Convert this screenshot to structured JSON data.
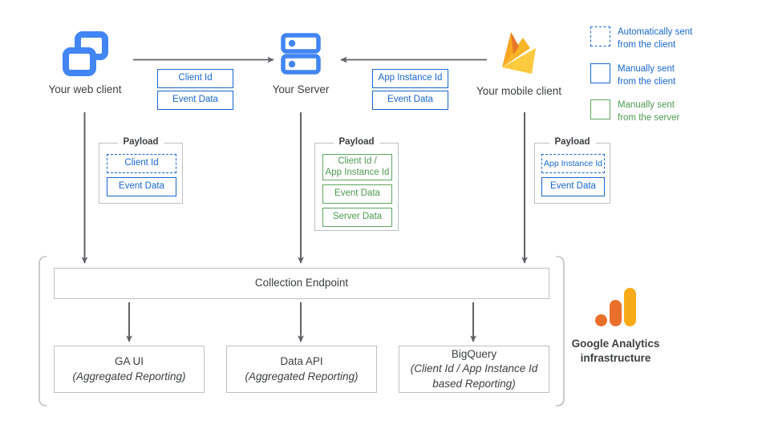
{
  "nodes": {
    "web_client": {
      "label": "Your web client",
      "icon": "web-client-icon"
    },
    "server": {
      "label": "Your Server",
      "icon": "server-icon"
    },
    "mobile_client": {
      "label": "Your mobile client",
      "icon": "firebase-icon"
    }
  },
  "transport_tags": {
    "web_to_server": [
      {
        "text": "Client Id",
        "style": "blue"
      },
      {
        "text": "Event Data",
        "style": "blue"
      }
    ],
    "mobile_to_server": [
      {
        "text": "App Instance Id",
        "style": "blue"
      },
      {
        "text": "Event Data",
        "style": "blue"
      }
    ]
  },
  "payloads": {
    "title": "Payload",
    "web": [
      {
        "text": "Client Id",
        "style": "blue-dash"
      },
      {
        "text": "Event Data",
        "style": "blue"
      }
    ],
    "server": [
      {
        "text": "Client Id /\nApp Instance Id",
        "style": "green"
      },
      {
        "text": "Event Data",
        "style": "green"
      },
      {
        "text": "Server Data",
        "style": "green"
      }
    ],
    "mobile": [
      {
        "text": "App Instance Id",
        "style": "blue-dash"
      },
      {
        "text": "Event Data",
        "style": "blue"
      }
    ]
  },
  "infrastructure": {
    "collection_endpoint": "Collection Endpoint",
    "caption_line1": "Google Analytics",
    "caption_line2": "infrastructure",
    "outputs": [
      {
        "title": "GA UI",
        "subtitle": "(Aggregated Reporting)"
      },
      {
        "title": "Data API",
        "subtitle": "(Aggregated Reporting)"
      },
      {
        "title": "BigQuery",
        "subtitle": "(Client Id / App Instance Id\nbased Reporting)"
      }
    ]
  },
  "legend": {
    "items": [
      {
        "swatch": "blue-dash",
        "text": "Automatically sent\nfrom the client",
        "color": "blue"
      },
      {
        "swatch": "blue",
        "text": "Manually sent\nfrom the client",
        "color": "blue"
      },
      {
        "swatch": "green",
        "text": "Manually sent\nfrom the server",
        "color": "green"
      }
    ]
  },
  "colors": {
    "google_blue": "#4285f4",
    "link_blue": "#1967d2",
    "green": "#5ea75f",
    "grey_line": "#5f6368",
    "border_grey": "#bdc1c6",
    "firebase_yellow": "#ffc24a",
    "firebase_amber": "#f4bd62",
    "firebase_orange": "#e8762a",
    "ga_orange": "#e8702a",
    "ga_yellow": "#f9ab17"
  }
}
